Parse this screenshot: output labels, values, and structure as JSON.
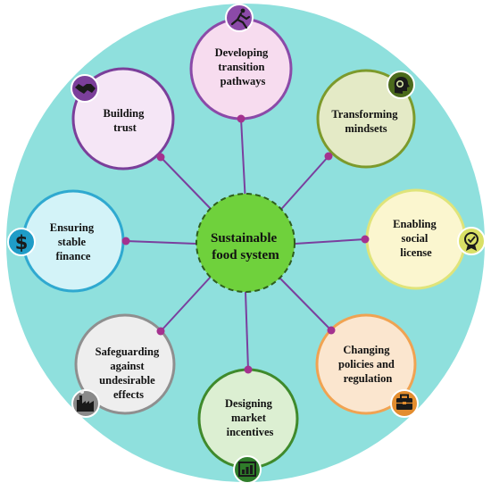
{
  "center": {
    "lines": [
      "Sustainable",
      "food system"
    ],
    "fill": "#6fd13c",
    "border": "#2e5e1c"
  },
  "background_color": "#8fe0dd",
  "connector_color": "#7a3f9e",
  "nodes": [
    {
      "id": "developing",
      "lines": [
        "Developing",
        "transition",
        "pathways"
      ],
      "fill": "#f7dcef",
      "ring": "#8b4aa8",
      "icon": "running-person-icon"
    },
    {
      "id": "transforming",
      "lines": [
        "Transforming",
        "mindsets"
      ],
      "fill": "#e4eac6",
      "ring": "#7c9a2c",
      "icon": "head-gears-icon"
    },
    {
      "id": "enabling",
      "lines": [
        "Enabling",
        "social",
        "license"
      ],
      "fill": "#fbf6cf",
      "ring": "#dfe47a",
      "icon": "certificate-badge-icon"
    },
    {
      "id": "changing",
      "lines": [
        "Changing",
        "policies and",
        "regulation"
      ],
      "fill": "#fbe6cf",
      "ring": "#f0a352",
      "icon": "briefcase-icon"
    },
    {
      "id": "designing",
      "lines": [
        "Designing",
        "market",
        "incentives"
      ],
      "fill": "#dcefd2",
      "ring": "#3f8a2c",
      "icon": "market-chart-icon"
    },
    {
      "id": "safeguarding",
      "lines": [
        "Safeguarding",
        "against",
        "undesirable",
        "effects"
      ],
      "fill": "#eeeeee",
      "ring": "#8f8f8f",
      "icon": "factory-icon"
    },
    {
      "id": "ensuring",
      "lines": [
        "Ensuring",
        "stable",
        "finance"
      ],
      "fill": "#d3f3f8",
      "ring": "#2fa9d0",
      "icon": "dollar-icon"
    },
    {
      "id": "building",
      "lines": [
        "Building",
        "trust"
      ],
      "fill": "#f5e6f6",
      "ring": "#7b3f9a",
      "icon": "handshake-icon"
    }
  ]
}
